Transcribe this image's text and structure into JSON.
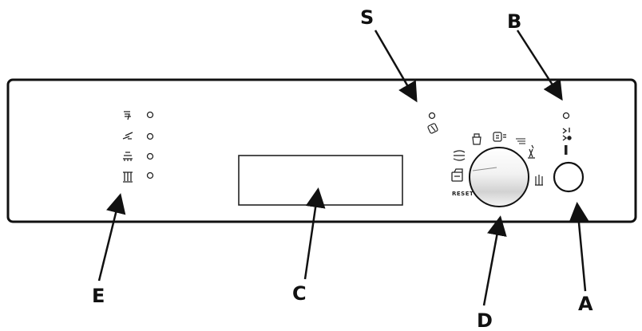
{
  "callouts": {
    "a": "A",
    "b": "B",
    "c": "C",
    "d": "D",
    "e": "E",
    "s": "S"
  },
  "dial": {
    "reset_label": "RESET"
  },
  "icons": {
    "left_indicators": [
      "rinse-aid-icon",
      "salt-icon",
      "wash-icon",
      "dry-icon"
    ],
    "salt_warning": "salt-refill-icon",
    "dial_programs": [
      "soak-icon",
      "intensive-icon",
      "eco-icon",
      "quick-icon",
      "glass-icon",
      "delicate-icon",
      "pre-wash-icon"
    ],
    "power_symbol": "power-icon"
  },
  "colors": {
    "line": "#111111",
    "panel_fill": "#ffffff"
  }
}
